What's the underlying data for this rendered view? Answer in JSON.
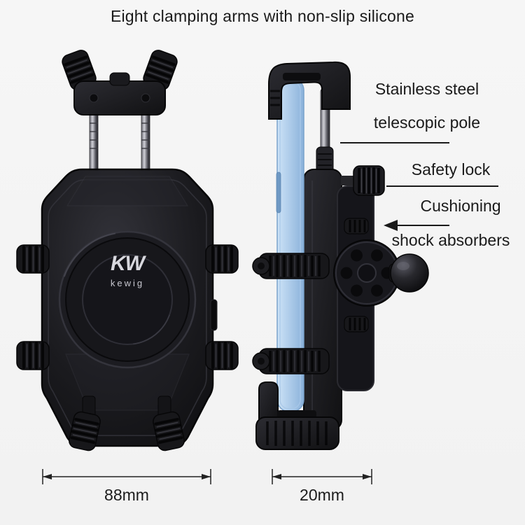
{
  "title": "Eight clamping arms with non-slip silicone",
  "annotations": {
    "pole_line1": "Stainless steel",
    "pole_line2": "telescopic pole",
    "safety_lock": "Safety lock",
    "cushioning_line1": "Cushioning",
    "cushioning_line2": "shock absorbers"
  },
  "dimensions": {
    "front_width": "88mm",
    "side_depth": "20mm"
  },
  "brand": {
    "mark": "KW",
    "name": "kewig"
  },
  "colors": {
    "background": "#f4f4f4",
    "device_body": "#17171a",
    "phone_blue": "#a9c9e9",
    "annotation_text": "#1a1a1a"
  }
}
